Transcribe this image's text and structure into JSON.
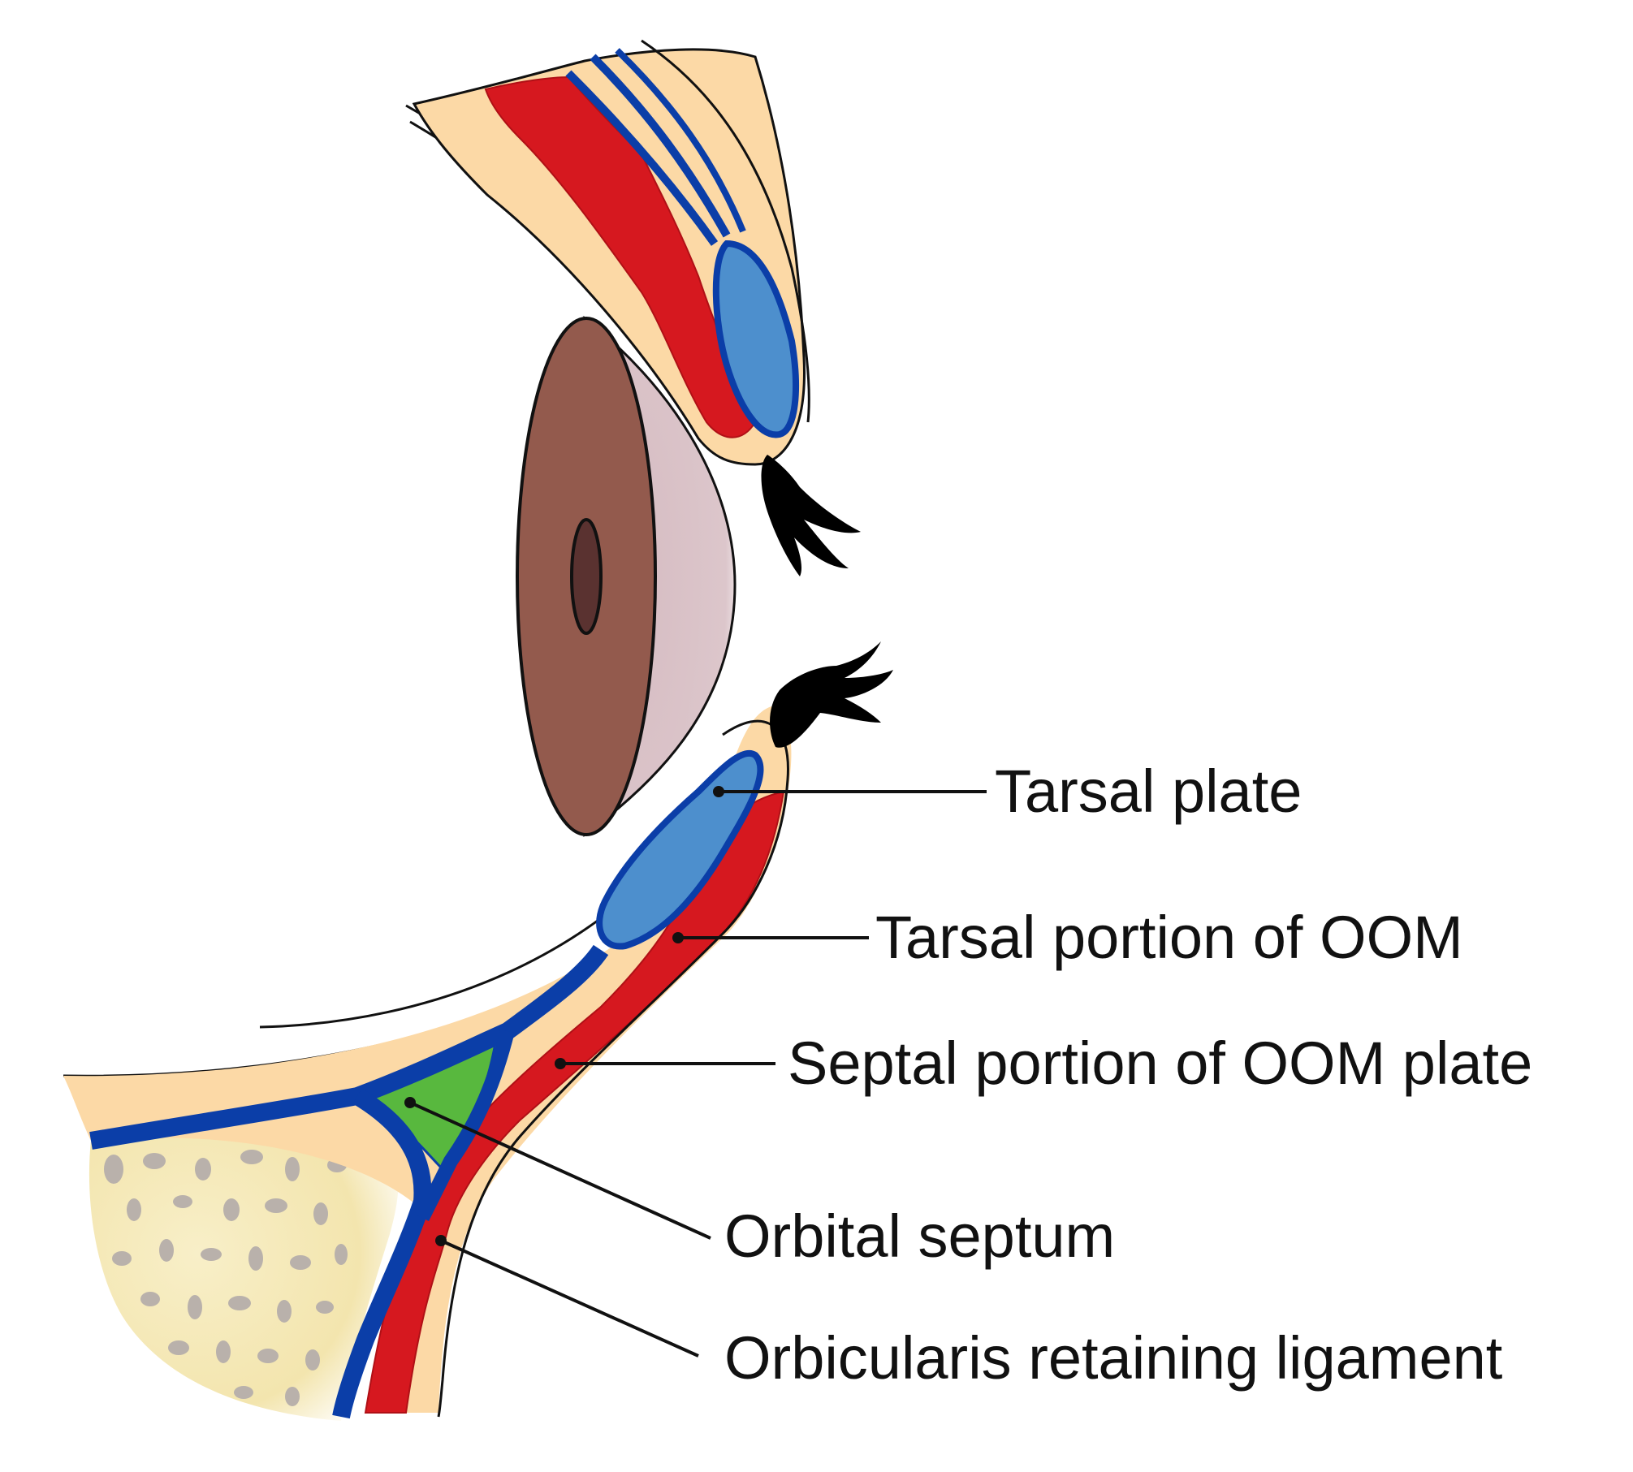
{
  "labels": {
    "tarsal_plate": "Tarsal plate",
    "tarsal_oom": "Tarsal portion of OOM",
    "septal_oom": "Septal portion of OOM plate",
    "orbital_septum": "Orbital septum",
    "orbicularis_retaining_ligament": "Orbicularis retaining ligament"
  },
  "colors": {
    "skin": "#fcd9a6",
    "muscle": "#d6181f",
    "septum": "#0b3ea8",
    "tarsus": "#4d8fcd",
    "fat": "#58b83e",
    "iris": "#935a4d",
    "pupil": "#5a3230",
    "cornea": "#d9c1c6",
    "bone": "#f5e9b8",
    "bone_pores": "#b9b1ab",
    "lash": "#000000"
  }
}
